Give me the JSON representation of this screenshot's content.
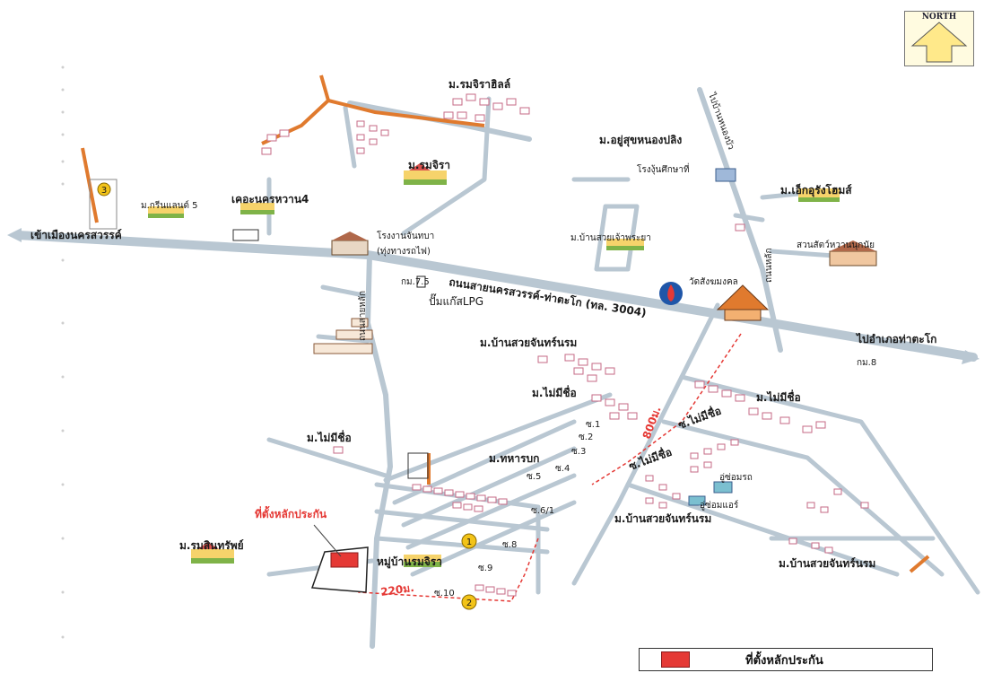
{
  "labels": {
    "north": "NORTH",
    "to_nakhon_sawan": "เข้าเมืองนครสวรรค์",
    "to_takhli": "ไปอำเภอท่าตะโก",
    "main_road": "ถนนสายนครสวรรค์-ท่าตะโก (ทล. 3004)",
    "km7": "กม.7.5",
    "km8": "กม.8",
    "lpg": "ปั๊มแก๊สLPG",
    "hospital": "โรงงานจันทบา",
    "hospital2": "(ทุ่งทางรถไฟ)",
    "temple": "วัดสังฆมงคล",
    "school": "โรงงุ้นศึกษาที่",
    "market": "สวนสัตว์หวานนุกนัย",
    "m_chira": "ม.รมจิราฮิลล์",
    "m_rommira": "ม.รมจิรา",
    "m_green": "ม.กรีนแลนด์ 5",
    "m_kha": "เคอะนครหวาน4",
    "m_ayu": "ม.อยู่สุขหนองปลิง",
    "m_eak": "ม.เอ็กอุรังโฮมส์",
    "m_banwan": "ม.บ้านสวยเจ้าพระยา",
    "m_bansuay1": "ม.บ้านสวยจันทร์นรม",
    "m_maimee1": "ม.ไม่มีชื่อ",
    "m_maimee2": "ม.ไม่มีชื่อ",
    "m_maimee3": "ม.ไม่มีชื่อ",
    "m_tahan": "ม.ทหารบก",
    "m_bansuay2": "ม.บ้านสวยจันทร์นรม",
    "m_bansuay3": "ม.บ้านสวยจันทร์นรม",
    "m_romsin": "ม.รมสินทรัพย์",
    "m_moo": "หมู่บ้านรมจิรา",
    "collateral_callout": "ที่ตั้งหลักประกัน",
    "dist_800": "800ม.",
    "dist_220": "220ม.",
    "soi1": "ซ.1",
    "soi2": "ซ.2",
    "soi3": "ซ.3",
    "soi4": "ซ.4",
    "soi5": "ซ.5",
    "soi61": "ซ.6/1",
    "soi8": "ซ.8",
    "soi9": "ซ.9",
    "soi10": "ซ.10",
    "soi_mai1": "ซ.ไม่มีชื่อ",
    "soi_mai2": "ซ.ไม่มีชื่อ",
    "road_left": "ถนนสายหลัก",
    "road_top": "ไปบ้านหนองบัว",
    "road_right": "ถนนหลัก",
    "shop": "อู่ซ่อมรถ",
    "shop2": "อู่ซ่อมแอร์",
    "marker1": "1",
    "marker2": "2",
    "marker3": "3",
    "legend_text": "ที่ตั้งหลักประกัน"
  },
  "colors": {
    "road": "#b9c7d2",
    "orange_road": "#e07a2e",
    "collateral": "#e53935",
    "route": "#e53935",
    "marker": "#f2c318"
  }
}
